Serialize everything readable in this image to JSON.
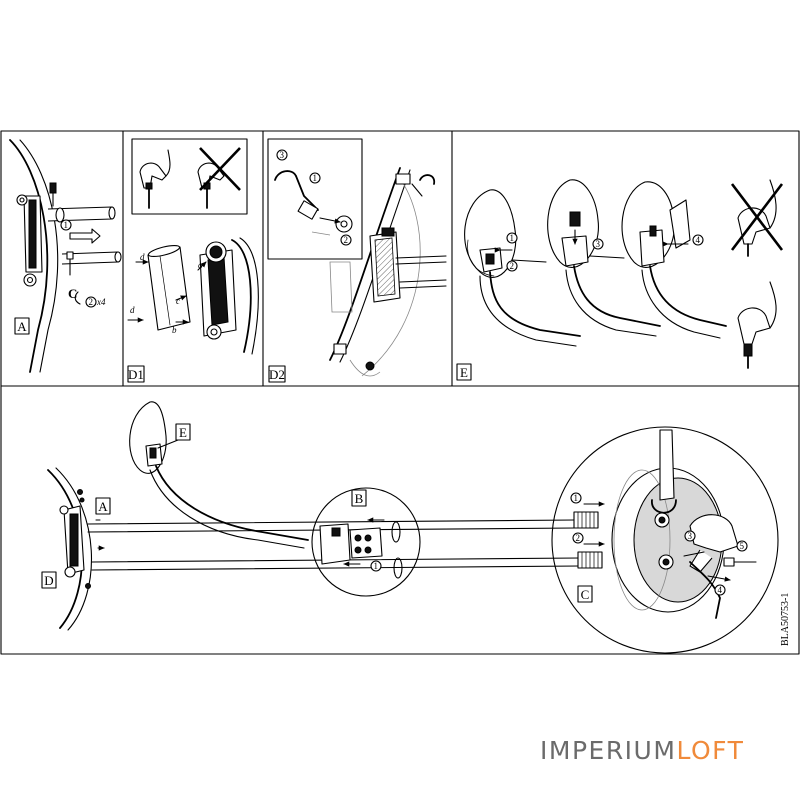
{
  "panels": {
    "a": {
      "label": "A",
      "qty": "x4",
      "part": "C"
    },
    "d1": {
      "label": "D1",
      "parts": [
        "a",
        "b",
        "c",
        "d",
        "d"
      ]
    },
    "d2": {
      "label": "D2"
    },
    "e": {
      "label": "E"
    }
  },
  "assembly": {
    "labels": {
      "a": "A",
      "b": "B",
      "c": "C",
      "d": "D",
      "e": "E"
    },
    "doc_code": "BLA50753-1"
  },
  "steps": {
    "s1": "1",
    "s2": "2",
    "s3": "3",
    "s4": "4",
    "s5": "5"
  },
  "brand": {
    "part1": "IMPERIUM",
    "part2": "LOFT",
    "accent_color": "#f08a3a",
    "main_color": "#6b6b6b"
  }
}
